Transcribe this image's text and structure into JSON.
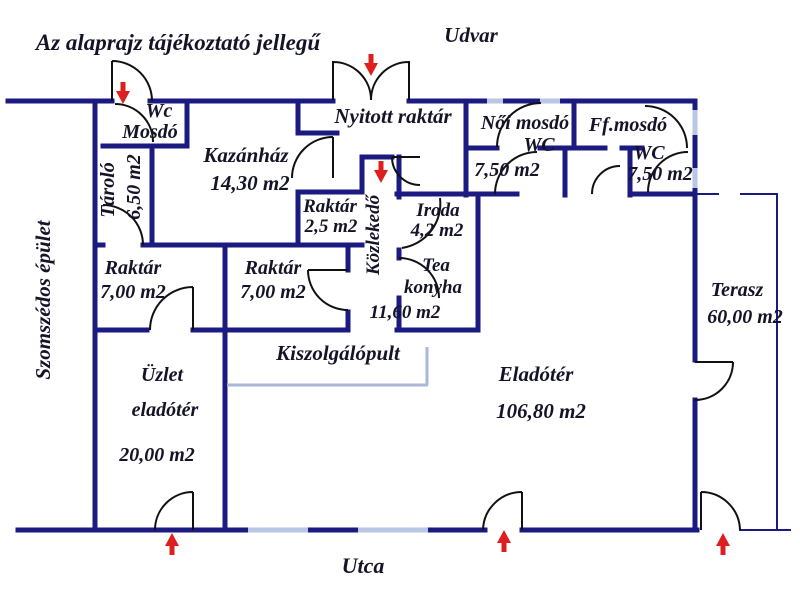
{
  "annotations": {
    "disclaimer": "Az alaprajz tájékoztató jellegű",
    "courtyard": "Udvar",
    "street": "Utca",
    "neighbor_building": "Szomszédos épület"
  },
  "rooms": {
    "wc_mosdo": {
      "line1": "Wc",
      "line2": "Mosdó"
    },
    "tarolo": {
      "name": "Tároló",
      "area": "6,50 m2"
    },
    "kazanhaz": {
      "name": "Kazánház",
      "area": "14,30 m2"
    },
    "nyitott_raktar": {
      "name": "Nyitott raktár"
    },
    "noi_mosdo": {
      "name": "Női mosdó",
      "sub": "WC",
      "area": "7,50 m2"
    },
    "ff_mosdo": {
      "name": "Ff.mosdó",
      "sub": "WC",
      "area": "7,50 m2"
    },
    "raktar_25": {
      "name": "Raktár",
      "area": "2,5 m2"
    },
    "kozlekedo": {
      "name": "Közlekedő"
    },
    "iroda": {
      "name": "Iroda",
      "area": "4,2 m2"
    },
    "tea_konyha": {
      "line1": "Tea",
      "line2": "konyha",
      "area": "11,60 m2"
    },
    "raktar_a": {
      "name": "Raktár",
      "area": "7,00 m2"
    },
    "raktar_b": {
      "name": "Raktár",
      "area": "7,00 m2"
    },
    "kiszolgalopult": {
      "name": "Kiszolgálópult"
    },
    "uzlet": {
      "line1": "Üzlet",
      "line2": "eladótér",
      "area": "20,00 m2"
    },
    "eladoter": {
      "name": "Eladótér",
      "area": "106,80 m2"
    },
    "terasz": {
      "name": "Terasz",
      "area": "60,00 m2"
    }
  },
  "colors": {
    "wall": "#1a1a80",
    "door": "#111111",
    "window": "#b9c6e6",
    "counter": "#a9b7d9",
    "arrow": "#dd1f1f",
    "text": "#141428",
    "background": "#ffffff"
  }
}
